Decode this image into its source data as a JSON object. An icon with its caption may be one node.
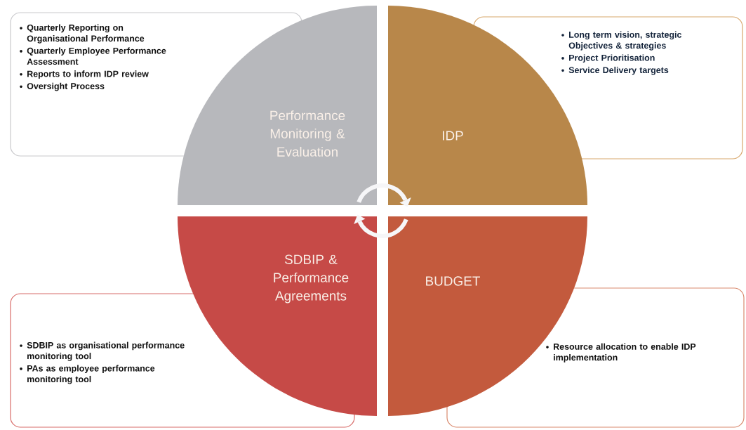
{
  "diagram": {
    "nodes": [
      {
        "text": [
          "Quarterly Reporting on Organisational Performance",
          "Quarterly Employee Performance Assessment",
          "Reports to inform IDP review",
          "Oversight Process"
        ]
      },
      {
        "text": [
          "Performance Monitoring & Evaluation"
        ]
      },
      {
        "text": [
          "IDP"
        ]
      },
      {
        "text": [
          "Long term vision, strategic Objectives & strategies",
          "Project Prioritisation",
          "Service Delivery targets"
        ]
      },
      {
        "text": [
          "SDBIP & Performance Agreements"
        ]
      },
      {
        "text": [
          "BUDGET"
        ]
      },
      {
        "text": [
          "SDBIP as organisational performance monitoring tool",
          "PAs as employee performance monitoring tool"
        ]
      },
      {
        "text": [
          "Resource allocation to enable IDP implementation"
        ]
      }
    ],
    "edges": [
      {
        "from": 1,
        "to": 2,
        "arrow": "to"
      },
      {
        "from": 5,
        "to": 4,
        "arrow": "to"
      }
    ]
  }
}
